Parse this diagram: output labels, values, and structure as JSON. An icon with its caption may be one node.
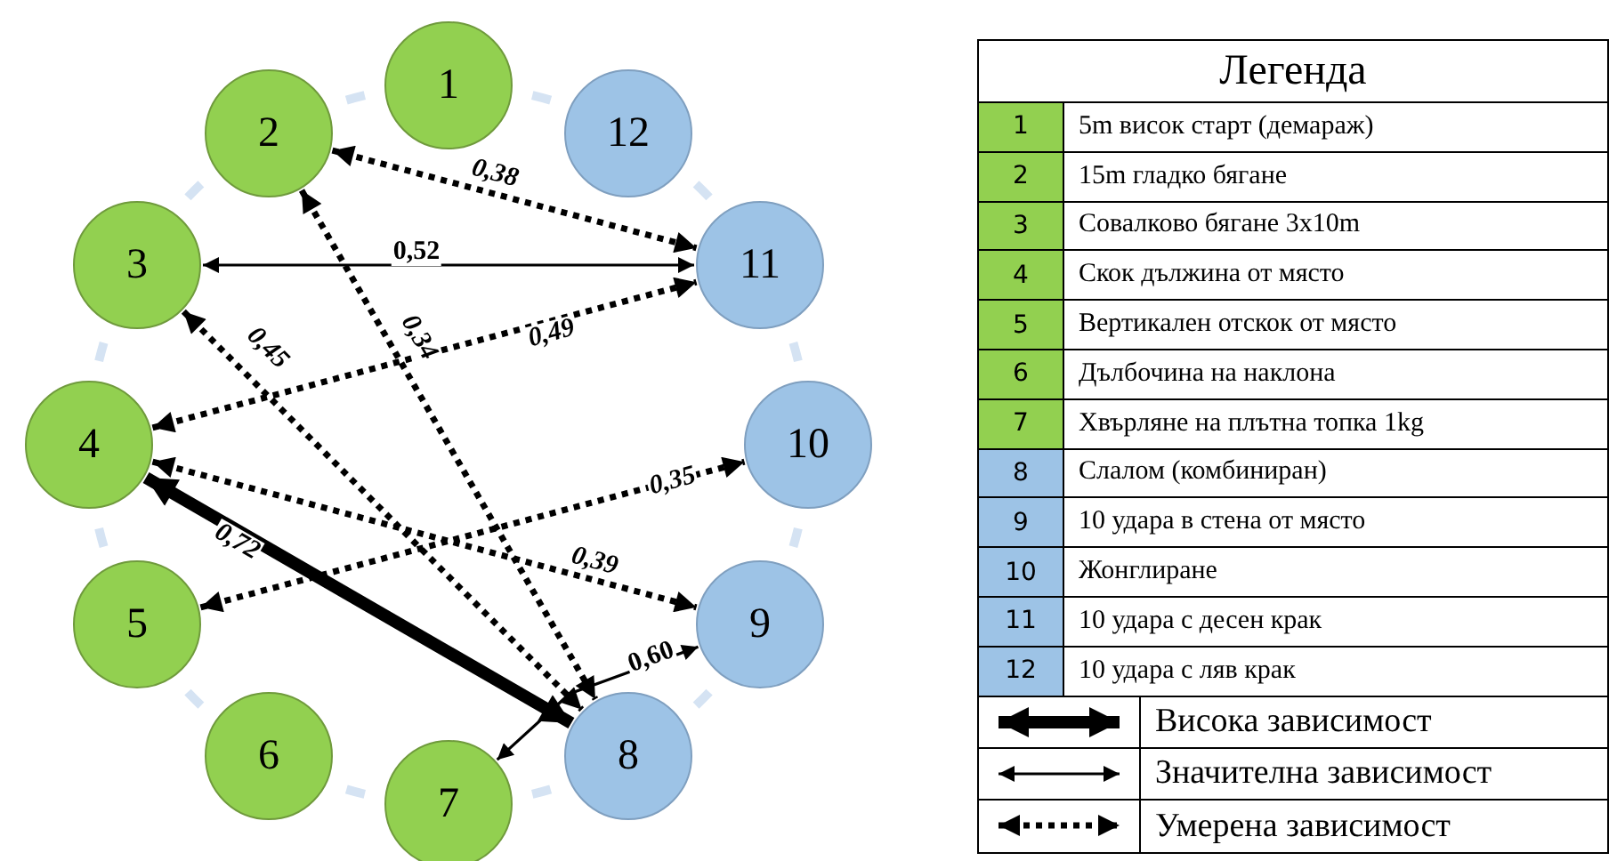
{
  "diagram": {
    "title": "Легенда",
    "nodes": [
      {
        "text": [
          "1"
        ]
      },
      {
        "text": [
          "2"
        ]
      },
      {
        "text": [
          "3"
        ]
      },
      {
        "text": [
          "4"
        ]
      },
      {
        "text": [
          "5"
        ]
      },
      {
        "text": [
          "6"
        ]
      },
      {
        "text": [
          "7"
        ]
      },
      {
        "text": [
          "8"
        ]
      },
      {
        "text": [
          "9"
        ]
      },
      {
        "text": [
          "10"
        ]
      },
      {
        "text": [
          "11"
        ]
      },
      {
        "text": [
          "12"
        ]
      }
    ],
    "edges": [
      {
        "from": 1,
        "to": 10,
        "arrow": "both",
        "label": "0,38",
        "style": "dashed"
      },
      {
        "from": 2,
        "to": 10,
        "arrow": "both",
        "label": "0,52"
      },
      {
        "from": 2,
        "to": 7,
        "arrow": "both",
        "label": "0,45",
        "style": "dashed"
      },
      {
        "from": 1,
        "to": 7,
        "arrow": "both",
        "label": "0,34",
        "style": "dashed"
      },
      {
        "from": 3,
        "to": 10,
        "arrow": "both",
        "label": "0,49",
        "style": "dashed"
      },
      {
        "from": 3,
        "to": 7,
        "arrow": "both",
        "label": "0,72",
        "style": "thick"
      },
      {
        "from": 3,
        "to": 8,
        "arrow": "both",
        "label": "0,39",
        "style": "dashed"
      },
      {
        "from": 4,
        "to": 9,
        "arrow": "both",
        "label": "0,35",
        "style": "dashed"
      },
      {
        "from": 6,
        "to": 8,
        "arrow": "both",
        "label": "0,60"
      }
    ],
    "labels": [
      "1",
      "2",
      "3",
      "4",
      "5",
      "6",
      "7",
      "8",
      "9",
      "10",
      "11",
      "12"
    ],
    "legend": [
      {
        "text": "5m висок старт (демараж)",
        "color": "#92d050"
      },
      {
        "text": "15m гладко бягане",
        "color": "#92d050"
      },
      {
        "text": "Совалково бягане 3x10m",
        "color": "#92d050"
      },
      {
        "text": "Скок дължина от място",
        "color": "#92d050"
      },
      {
        "text": "Вертикален отскок от място",
        "color": "#92d050"
      },
      {
        "text": "Дълбочина на наклона",
        "color": "#92d050"
      },
      {
        "text": "Хвърляне на плътна топка 1kg",
        "color": "#92d050"
      },
      {
        "text": "Слалом (комбиниран)",
        "color": "#9dc3e6"
      },
      {
        "text": "10 удара в стена от място",
        "color": "#9dc3e6"
      },
      {
        "text": "Жонглиране",
        "color": "#9dc3e6"
      },
      {
        "text": "10 удара с десен крак",
        "color": "#9dc3e6"
      },
      {
        "text": "10 удара с ляв крак",
        "color": "#9dc3e6"
      },
      {
        "text": "Висока зависимост"
      },
      {
        "text": "Значителна зависимост"
      },
      {
        "text": "Умерена зависимост"
      }
    ]
  }
}
